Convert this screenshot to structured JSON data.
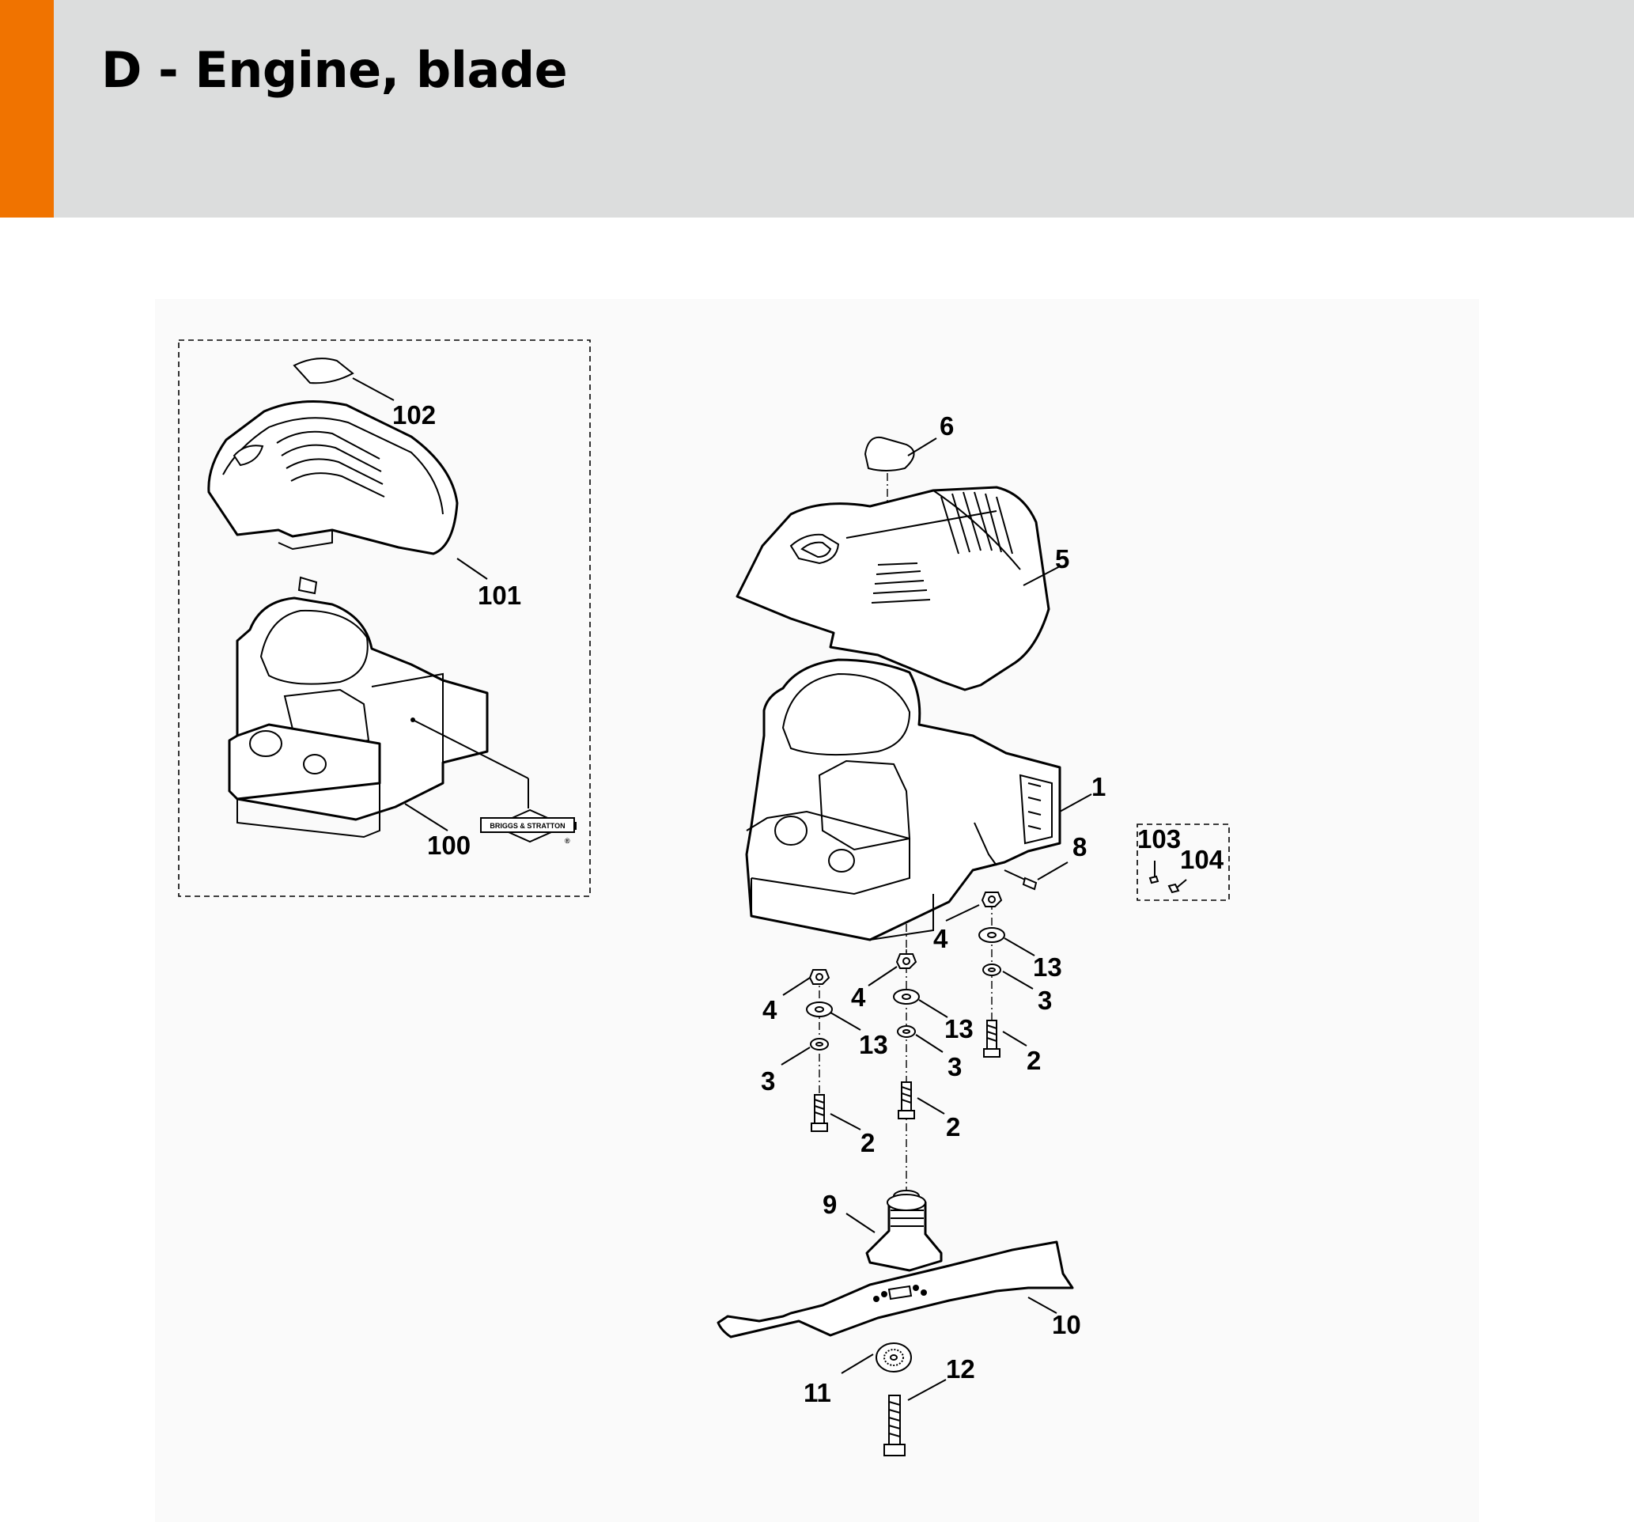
{
  "header": {
    "title": "D - Engine, blade",
    "accent_color": "#f07300",
    "background_color": "#dcdddd"
  },
  "diagram": {
    "logo": {
      "text": "BRIGGS & STRATTON",
      "mark": "®"
    },
    "callouts": {
      "c100": "100",
      "c101": "101",
      "c102": "102",
      "c103": "103",
      "c104": "104",
      "c1": "1",
      "c5": "5",
      "c6": "6",
      "c8": "8",
      "c4a": "4",
      "c4b": "4",
      "c4c": "4",
      "c13a": "13",
      "c13b": "13",
      "c13c": "13",
      "c3a": "3",
      "c3b": "3",
      "c3c": "3",
      "c2a": "2",
      "c2b": "2",
      "c2c": "2",
      "c9": "9",
      "c10": "10",
      "c11": "11",
      "c12": "12"
    }
  }
}
